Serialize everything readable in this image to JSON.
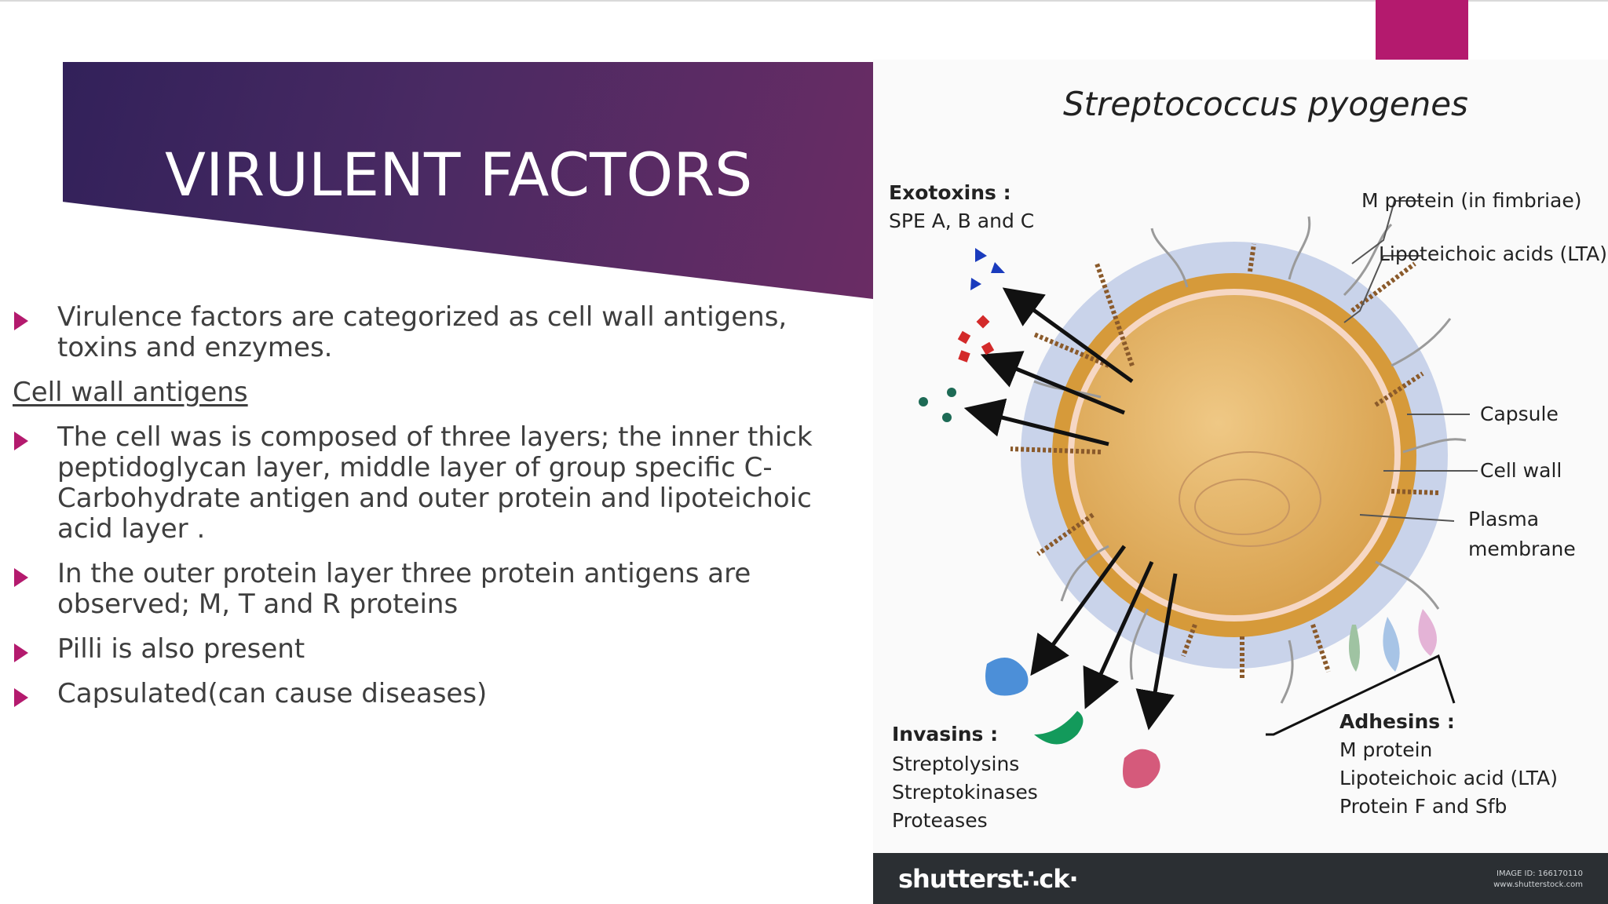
{
  "slide": {
    "title": "VIRULENT FACTORS",
    "accent_color": "#b41a6e",
    "banner_colors": [
      "#32215a",
      "#6a2c64"
    ]
  },
  "content": {
    "bullet_1": "Virulence factors are categorized as cell wall antigens, toxins and enzymes.",
    "subheading": " Cell wall antigens",
    "bullet_2": " The cell was is composed of three layers; the inner thick peptidoglycan layer, middle layer of group specific C-Carbohydrate antigen and outer protein and lipoteichoic acid layer .",
    "bullet_3": "In the outer protein layer three protein antigens are observed; M, T and R proteins",
    "bullet_4": "Pilli is also present",
    "bullet_5": "Capsulated(can cause diseases)"
  },
  "figure": {
    "title": "Streptococcus pyogenes",
    "exotoxins_heading": "Exotoxins :",
    "exotoxins_text": "SPE A, B and C",
    "m_protein_label": "M protein (in fimbriae)",
    "lta_label": "Lipoteichoic acids (LTA)",
    "capsule_label": "Capsule",
    "cell_wall_label": "Cell wall",
    "plasma_label_1": "Plasma",
    "plasma_label_2": "membrane",
    "invasins_heading": "Invasins :",
    "invasins_items": [
      "Streptolysins",
      "Streptokinases",
      "Proteases"
    ],
    "adhesins_heading": "Adhesins :",
    "adhesins_items": [
      "M protein",
      "Lipoteichoic acid (LTA)",
      "Protein F and Sfb"
    ],
    "footer_logo": "shutterst∴ck·",
    "footer_image_id": "IMAGE ID: 166170110",
    "footer_site": "www.shutterstock.com"
  }
}
